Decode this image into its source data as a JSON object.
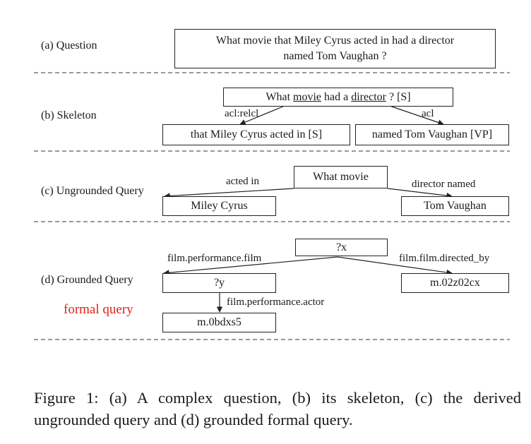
{
  "sections": {
    "question": {
      "label": "(a) Question",
      "text_line1": "What movie that Miley Cyrus acted in had a director",
      "text_line2": "named Tom Vaughan ?"
    },
    "skeleton": {
      "label": "(b) Skeleton",
      "main_pre": "What ",
      "main_movie": "movie",
      "main_mid": " had a ",
      "main_director": "director",
      "main_post": " ? [S]",
      "edge_left": "acl:relcl",
      "edge_right": "acl",
      "left_clause": "that Miley Cyrus acted in [S]",
      "right_clause": "named Tom Vaughan [VP]"
    },
    "ungrounded": {
      "label": "(c) Ungrounded Query",
      "root": "What movie",
      "edge_left": "acted in",
      "edge_right": "director named",
      "left_node": "Miley Cyrus",
      "right_node": "Tom Vaughan"
    },
    "grounded": {
      "label": "(d) Grounded Query",
      "annotation": "formal query",
      "root": "?x",
      "edge_left": "film.performance.film",
      "edge_right": "film.film.directed_by",
      "left_node": "?y",
      "right_node": "m.02z02cx",
      "edge_down": "film.performance.actor",
      "bottom_node": "m.0bdxs5"
    }
  },
  "caption": "Figure 1: (a) A complex question, (b) its skeleton, (c) the derived ungrounded query and (d) grounded formal query.",
  "colors": {
    "annotation": "#e0201e",
    "ink": "#1a1a1a"
  }
}
